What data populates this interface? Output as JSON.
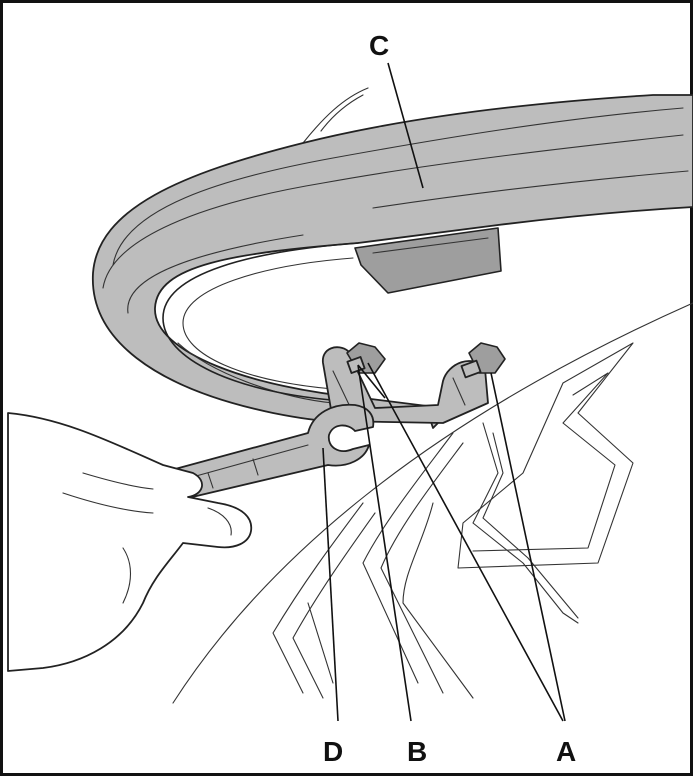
{
  "callouts": {
    "a": "A",
    "b": "B",
    "c": "C",
    "d": "D"
  },
  "colors": {
    "part_fill": "#bdbdbd",
    "part_dark": "#9e9e9e",
    "line": "#222222",
    "background": "#ffffff"
  }
}
